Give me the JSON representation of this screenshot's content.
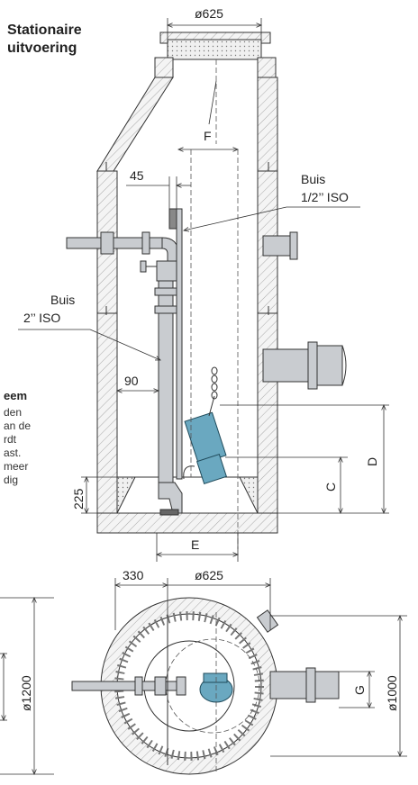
{
  "title": {
    "line1": "Stationaire",
    "line2": "uitvoering"
  },
  "side_heading": "eem",
  "side_text": [
    "den",
    "an de",
    "rdt",
    "ast.",
    "meer",
    "dig"
  ],
  "labels": {
    "pipe_half": {
      "line1": "Buis",
      "line2": "1/2’’ ISO"
    },
    "pipe_two": {
      "line1": "Buis",
      "line2": "2’’ ISO"
    }
  },
  "dimensions": {
    "top_diameter": "ø625",
    "F": "F",
    "d45": "45",
    "d90": "90",
    "d225": "225",
    "C": "C",
    "D": "D",
    "E": "E",
    "d330": "330",
    "plan_diameter": "ø625",
    "outer_diameter": "ø1200",
    "inner_diameter": "ø1000",
    "G": "G"
  },
  "colors": {
    "pump": "#6aa8c0",
    "pipe": "#c9ccd0",
    "line": "#333333"
  }
}
